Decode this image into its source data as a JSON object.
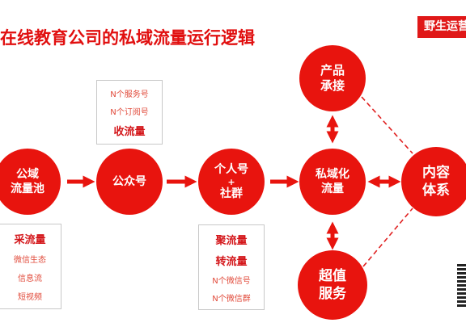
{
  "title": "在线教育公司的私域流量运行逻辑",
  "brand": "野生运营",
  "colors": {
    "accent": "#e8140e",
    "text_red": "#d4161a",
    "dash": "#e02020"
  },
  "nodes": {
    "pool": {
      "line1": "公域",
      "line2": "流量池"
    },
    "official": {
      "line1": "公众号"
    },
    "personal": {
      "line1": "个人号",
      "line2": "+",
      "line3": "社群"
    },
    "private": {
      "line1": "私域化",
      "line2": "流量"
    },
    "product": {
      "line1": "产品",
      "line2": "承接"
    },
    "service": {
      "line1": "超值",
      "line2": "服务"
    },
    "content": {
      "line1": "内容",
      "line2": "体系"
    }
  },
  "boxes": {
    "collect": {
      "items": [
        "采流量",
        "微信生态",
        "信息流",
        "短视频"
      ]
    },
    "receive": {
      "items": [
        "N个服务号",
        "N个订阅号",
        "收流量"
      ]
    },
    "gather": {
      "items": [
        "聚流量",
        "转流量",
        "N个微信号",
        "N个微信群"
      ]
    }
  }
}
